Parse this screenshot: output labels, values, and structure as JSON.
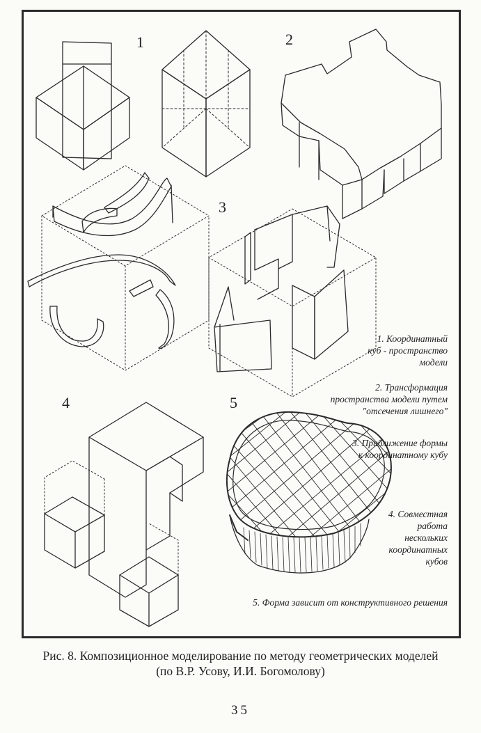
{
  "figure": {
    "labels": {
      "n1": "1",
      "n2": "2",
      "n3": "3",
      "n4": "4",
      "n5": "5"
    },
    "legend": {
      "item1": [
        "1. Координатный",
        "куб - пространство",
        "модели"
      ],
      "item2": [
        "2. Трансформация",
        "пространства модели путем",
        "\"отсечения лишнего\""
      ],
      "item3": [
        "3. Приближение формы",
        "к координатному кубу"
      ],
      "item4": [
        "4. Совместная",
        "работа",
        "нескольких",
        "координатных",
        "кубов"
      ],
      "item5": [
        "5. Форма зависит от конструктивного решения"
      ]
    }
  },
  "caption": {
    "line1": "Рис. 8. Композиционное моделирование по методу геометрических моделей",
    "line2": "(по В.Р. Усову,  И.И. Богомолову)"
  },
  "page_number": "35"
}
